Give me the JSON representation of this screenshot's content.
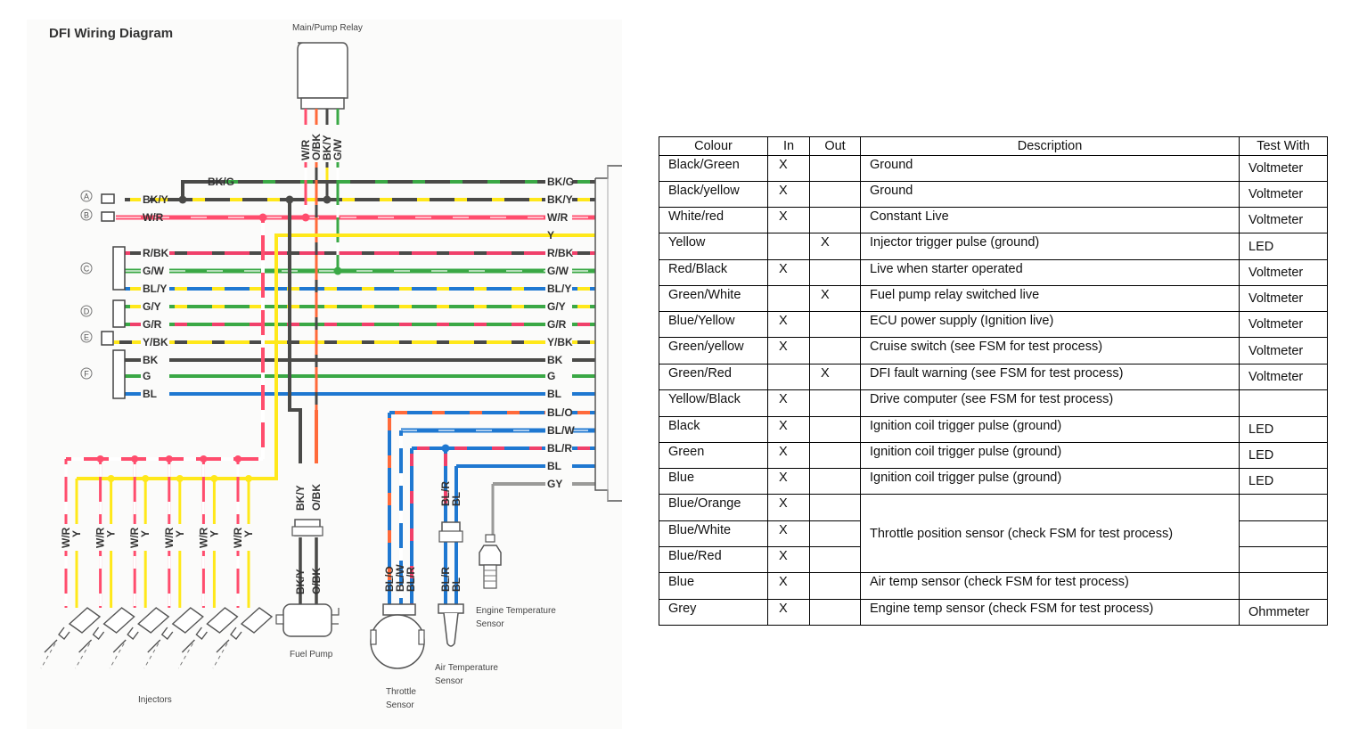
{
  "diagram": {
    "title": "DFI Wiring Diagram",
    "relay_caption": "Main/Pump Relay",
    "relay_wires": [
      "W/R",
      "O/BK",
      "BK/Y",
      "G/W"
    ],
    "connector_groups": [
      "A",
      "B",
      "C",
      "D",
      "E",
      "F"
    ],
    "ecu_wires": [
      {
        "label": "BK/G",
        "base": "#4a4a48",
        "stripe": "#3aa845",
        "group": ""
      },
      {
        "label": "BK/Y",
        "base": "#4a4a48",
        "stripe": "#ffe81a",
        "group": "A"
      },
      {
        "label": "W/R",
        "base": "#ff4d6d",
        "stripe": "#ffffff",
        "group": "B"
      },
      {
        "label": "Y",
        "base": "#ffe81a",
        "stripe": "",
        "group": ""
      },
      {
        "label": "R/BK",
        "base": "#f0406a",
        "stripe": "#4a4a48",
        "group": "C"
      },
      {
        "label": "G/W",
        "base": "#3aa845",
        "stripe": "#ffffff",
        "group": "C"
      },
      {
        "label": "BL/Y",
        "base": "#1f78d1",
        "stripe": "#ffe81a",
        "group": "C"
      },
      {
        "label": "G/Y",
        "base": "#3aa845",
        "stripe": "#ffe81a",
        "group": "D"
      },
      {
        "label": "G/R",
        "base": "#3aa845",
        "stripe": "#f0406a",
        "group": "D"
      },
      {
        "label": "Y/BK",
        "base": "#ffe81a",
        "stripe": "#4a4a48",
        "group": "E"
      },
      {
        "label": "BK",
        "base": "#4a4a48",
        "stripe": "",
        "group": "F"
      },
      {
        "label": "G",
        "base": "#3aa845",
        "stripe": "",
        "group": "F"
      },
      {
        "label": "BL",
        "base": "#1f78d1",
        "stripe": "",
        "group": "F"
      },
      {
        "label": "BL/O",
        "base": "#1f78d1",
        "stripe": "#ff6a3a",
        "group": ""
      },
      {
        "label": "BL/W",
        "base": "#1f78d1",
        "stripe": "#ffffff",
        "group": ""
      },
      {
        "label": "BL/R",
        "base": "#1f78d1",
        "stripe": "#f0406a",
        "group": ""
      },
      {
        "label": "BL",
        "base": "#1f78d1",
        "stripe": "",
        "group": ""
      },
      {
        "label": "GY",
        "base": "#9a9a98",
        "stripe": "",
        "group": ""
      }
    ],
    "injector_wires": [
      "W/R",
      "Y"
    ],
    "injector_count": 6,
    "fuel_pump_wires": [
      "BK/Y",
      "O/BK"
    ],
    "throttle_wires": [
      "BL/O",
      "BL/W",
      "BL/R"
    ],
    "air_temp_wires": [
      "BL/R",
      "BL"
    ],
    "captions": {
      "injectors": "Injectors",
      "fuel_pump": "Fuel Pump",
      "throttle_1": "Throttle",
      "throttle_2": "Sensor",
      "air_temp_1": "Air Temperature",
      "air_temp_2": "Sensor",
      "engine_temp_1": "Engine Temperature",
      "engine_temp_2": "Sensor"
    }
  },
  "table": {
    "headers": [
      "Colour",
      "In",
      "Out",
      "Description",
      "Test With"
    ],
    "rows": [
      {
        "colour": "Black/Green",
        "in": "X",
        "out": "",
        "description": "Ground",
        "test": "Voltmeter"
      },
      {
        "colour": "Black/yellow",
        "in": "X",
        "out": "",
        "description": "Ground",
        "test": "Voltmeter"
      },
      {
        "colour": "White/red",
        "in": "X",
        "out": "",
        "description": "Constant Live",
        "test": "Voltmeter"
      },
      {
        "colour": "Yellow",
        "in": "",
        "out": "X",
        "description": "Injector trigger pulse (ground)",
        "test": "LED"
      },
      {
        "colour": "Red/Black",
        "in": "X",
        "out": "",
        "description": "Live when starter operated",
        "test": "Voltmeter"
      },
      {
        "colour": "Green/White",
        "in": "",
        "out": "X",
        "description": "Fuel pump relay switched live",
        "test": "Voltmeter"
      },
      {
        "colour": "Blue/Yellow",
        "in": "X",
        "out": "",
        "description": "ECU power supply (Ignition live)",
        "test": "Voltmeter"
      },
      {
        "colour": "Green/yellow",
        "in": "X",
        "out": "",
        "description": "Cruise switch (see FSM for test process)",
        "test": "Voltmeter"
      },
      {
        "colour": "Green/Red",
        "in": "",
        "out": "X",
        "description": "DFI fault warning (see FSM for test process)",
        "test": "Voltmeter"
      },
      {
        "colour": "Yellow/Black",
        "in": "X",
        "out": "",
        "description": "Drive computer (see FSM for test process)",
        "test": ""
      },
      {
        "colour": "Black",
        "in": "X",
        "out": "",
        "description": "Ignition coil trigger pulse (ground)",
        "test": "LED"
      },
      {
        "colour": "Green",
        "in": "X",
        "out": "",
        "description": "Ignition coil trigger pulse (ground)",
        "test": "LED"
      },
      {
        "colour": "Blue",
        "in": "X",
        "out": "",
        "description": "Ignition coil trigger pulse (ground)",
        "test": "LED"
      },
      {
        "colour": "Blue/Orange",
        "in": "X",
        "out": "",
        "description": "Throttle position sensor (check FSM for test process)",
        "test": ""
      },
      {
        "colour": "Blue/White",
        "in": "X",
        "out": "",
        "description": "",
        "test": ""
      },
      {
        "colour": "Blue/Red",
        "in": "X",
        "out": "",
        "description": "",
        "test": ""
      },
      {
        "colour": "Blue",
        "in": "X",
        "out": "",
        "description": "Air temp sensor (check FSM for test process)",
        "test": ""
      },
      {
        "colour": "Grey",
        "in": "X",
        "out": "",
        "description": "Engine temp sensor (check FSM for test process)",
        "test": "Ohmmeter"
      }
    ]
  }
}
